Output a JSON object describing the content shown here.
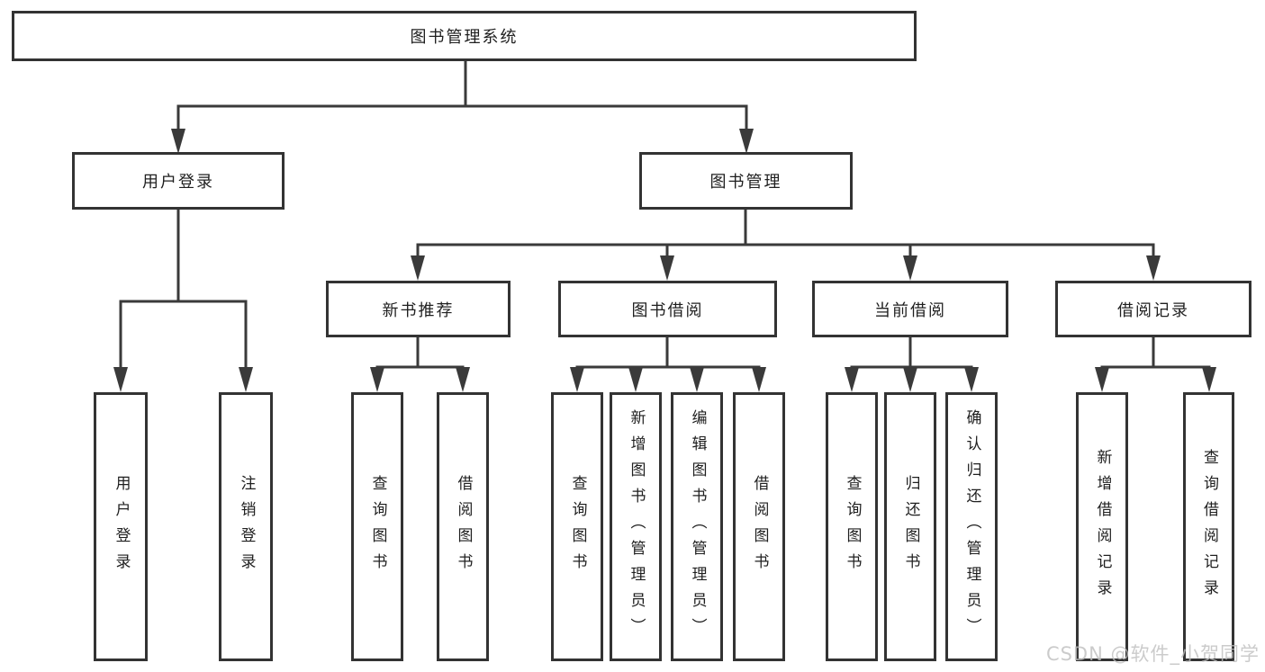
{
  "diagram": {
    "root": "图书管理系统",
    "level2": {
      "user_login": "用户登录",
      "book_management": "图书管理"
    },
    "level3": {
      "new_book_recommend": "新书推荐",
      "book_borrowing": "图书借阅",
      "current_borrowing": "当前借阅",
      "borrowing_records": "借阅记录"
    },
    "leaves": {
      "user_login": [
        "用户登录",
        "注销登录"
      ],
      "new_book_recommend": [
        "查询图书",
        "借阅图书"
      ],
      "book_borrowing": [
        "查询图书",
        "新增图书（管理员）",
        "编辑图书（管理员）",
        "借阅图书"
      ],
      "current_borrowing": [
        "查询图书",
        "归还图书",
        "确认归还（管理员）"
      ],
      "borrowing_records": [
        "新增借阅记录",
        "查询借阅记录"
      ]
    }
  },
  "watermark": {
    "text": "CSDN @软件_小贺同学"
  },
  "colors": {
    "line": "#3a3a3a",
    "box_border": "#333333",
    "box_bg": "#ffffff",
    "text": "#1f1f1f",
    "watermark": "#bfbfbf",
    "page_bg": "#ffffff"
  }
}
